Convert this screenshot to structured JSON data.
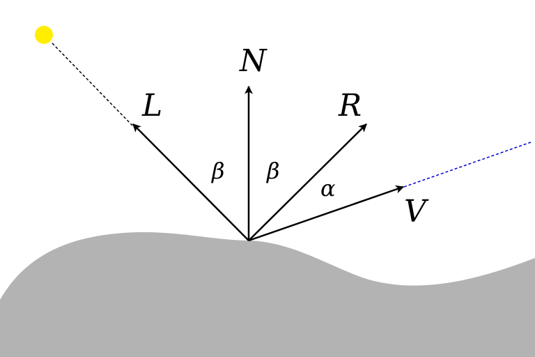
{
  "labels": {
    "light": "L",
    "normal": "N",
    "reflect": "R",
    "view": "V",
    "angle_left": "β",
    "angle_right": "β",
    "angle_alpha": "α"
  },
  "colors": {
    "surface": "#b3b3b3",
    "light_source": "#ffee00",
    "vectors": "#000000",
    "view_ray": "#0000cc",
    "light_ray": "#000000"
  }
}
